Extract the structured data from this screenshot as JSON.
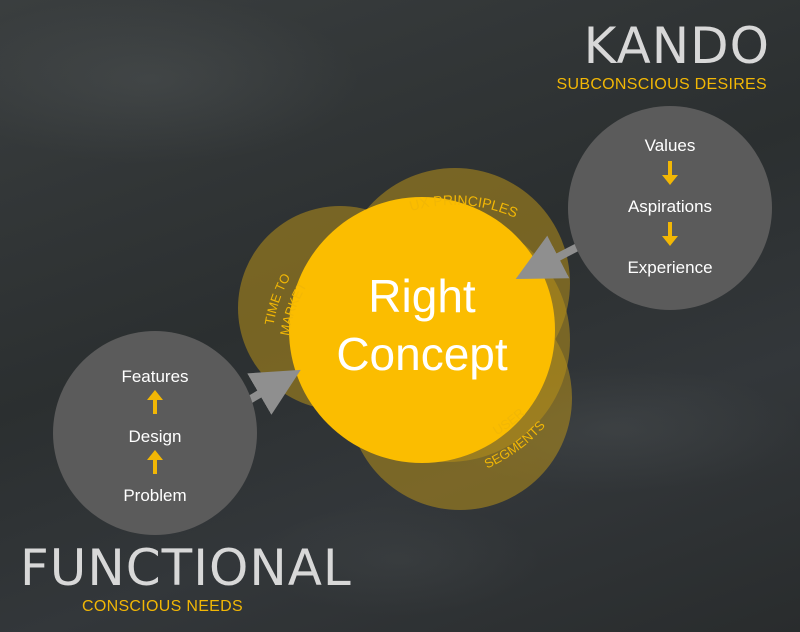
{
  "kando": {
    "title": "KANDO",
    "subtitle": "SUBCONSCIOUS DESIRES",
    "steps": [
      "Values",
      "Aspirations",
      "Experience"
    ]
  },
  "functional": {
    "title": "FUNCTIONAL",
    "subtitle": "CONSCIOUS NEEDS",
    "steps": [
      "Features",
      "Design",
      "Problem"
    ]
  },
  "center": {
    "line1": "Right",
    "line2": "Concept"
  },
  "ring_labels": {
    "ux_principles": "UX PRINCIPLES",
    "time_to_market_1": "TIME TO",
    "time_to_market_2": "MARKET",
    "user_segments_1": "USER",
    "user_segments_2": "SEGMENTS"
  },
  "colors": {
    "accent": "#f2b705",
    "center_fill": "#fbbd00",
    "overlap_fill": "#b68f1a",
    "node_fill": "#5b5b5b",
    "arrow": "#8f8f8f"
  }
}
